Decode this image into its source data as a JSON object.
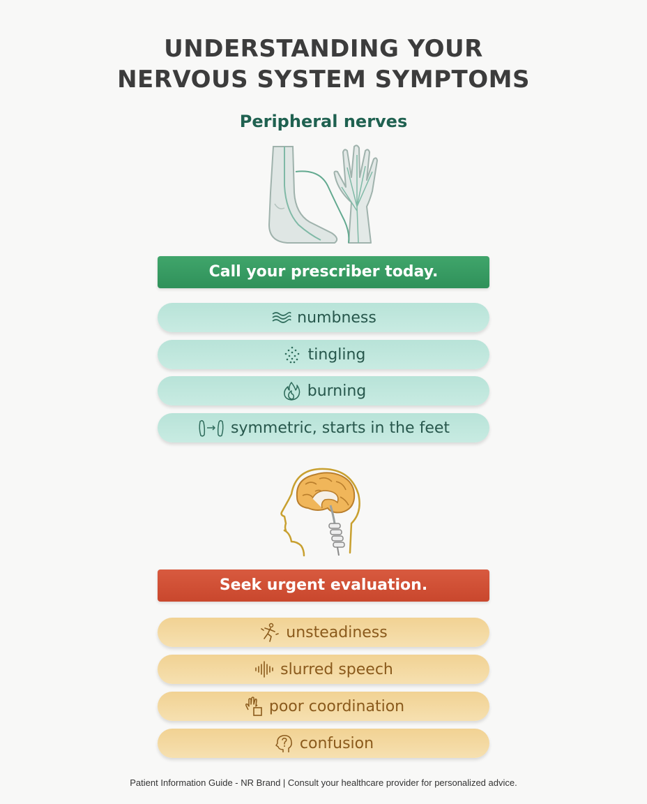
{
  "title": {
    "line1": "UNDERSTANDING YOUR",
    "line2": "NERVOUS SYSTEM SYMPTOMS"
  },
  "peripheral": {
    "heading": "Peripheral nerves",
    "illustration": "foot-and-hand-nerves",
    "banner": "Call your prescriber today.",
    "banner_color": "#3a9e66",
    "pill_color": "#bfe6dc",
    "symptoms": [
      {
        "label": "numbness",
        "icon": "wave-lines-icon"
      },
      {
        "label": "tingling",
        "icon": "dots-spark-icon"
      },
      {
        "label": "burning",
        "icon": "flame-icon"
      },
      {
        "label": "symmetric, starts in the feet",
        "icon": "feet-arrow-icon"
      }
    ]
  },
  "central": {
    "illustration": "head-brain-spine",
    "banner": "Seek urgent evaluation.",
    "banner_color": "#d1503a",
    "pill_color": "#f3d9a2",
    "symptoms": [
      {
        "label": "unsteadiness",
        "icon": "falling-person-icon"
      },
      {
        "label": "slurred speech",
        "icon": "sound-wave-icon"
      },
      {
        "label": "poor coordination",
        "icon": "hand-block-icon"
      },
      {
        "label": "confusion",
        "icon": "head-question-icon"
      }
    ]
  },
  "footer": "Patient Information Guide - NR Brand | Consult your healthcare provider for personalized advice."
}
